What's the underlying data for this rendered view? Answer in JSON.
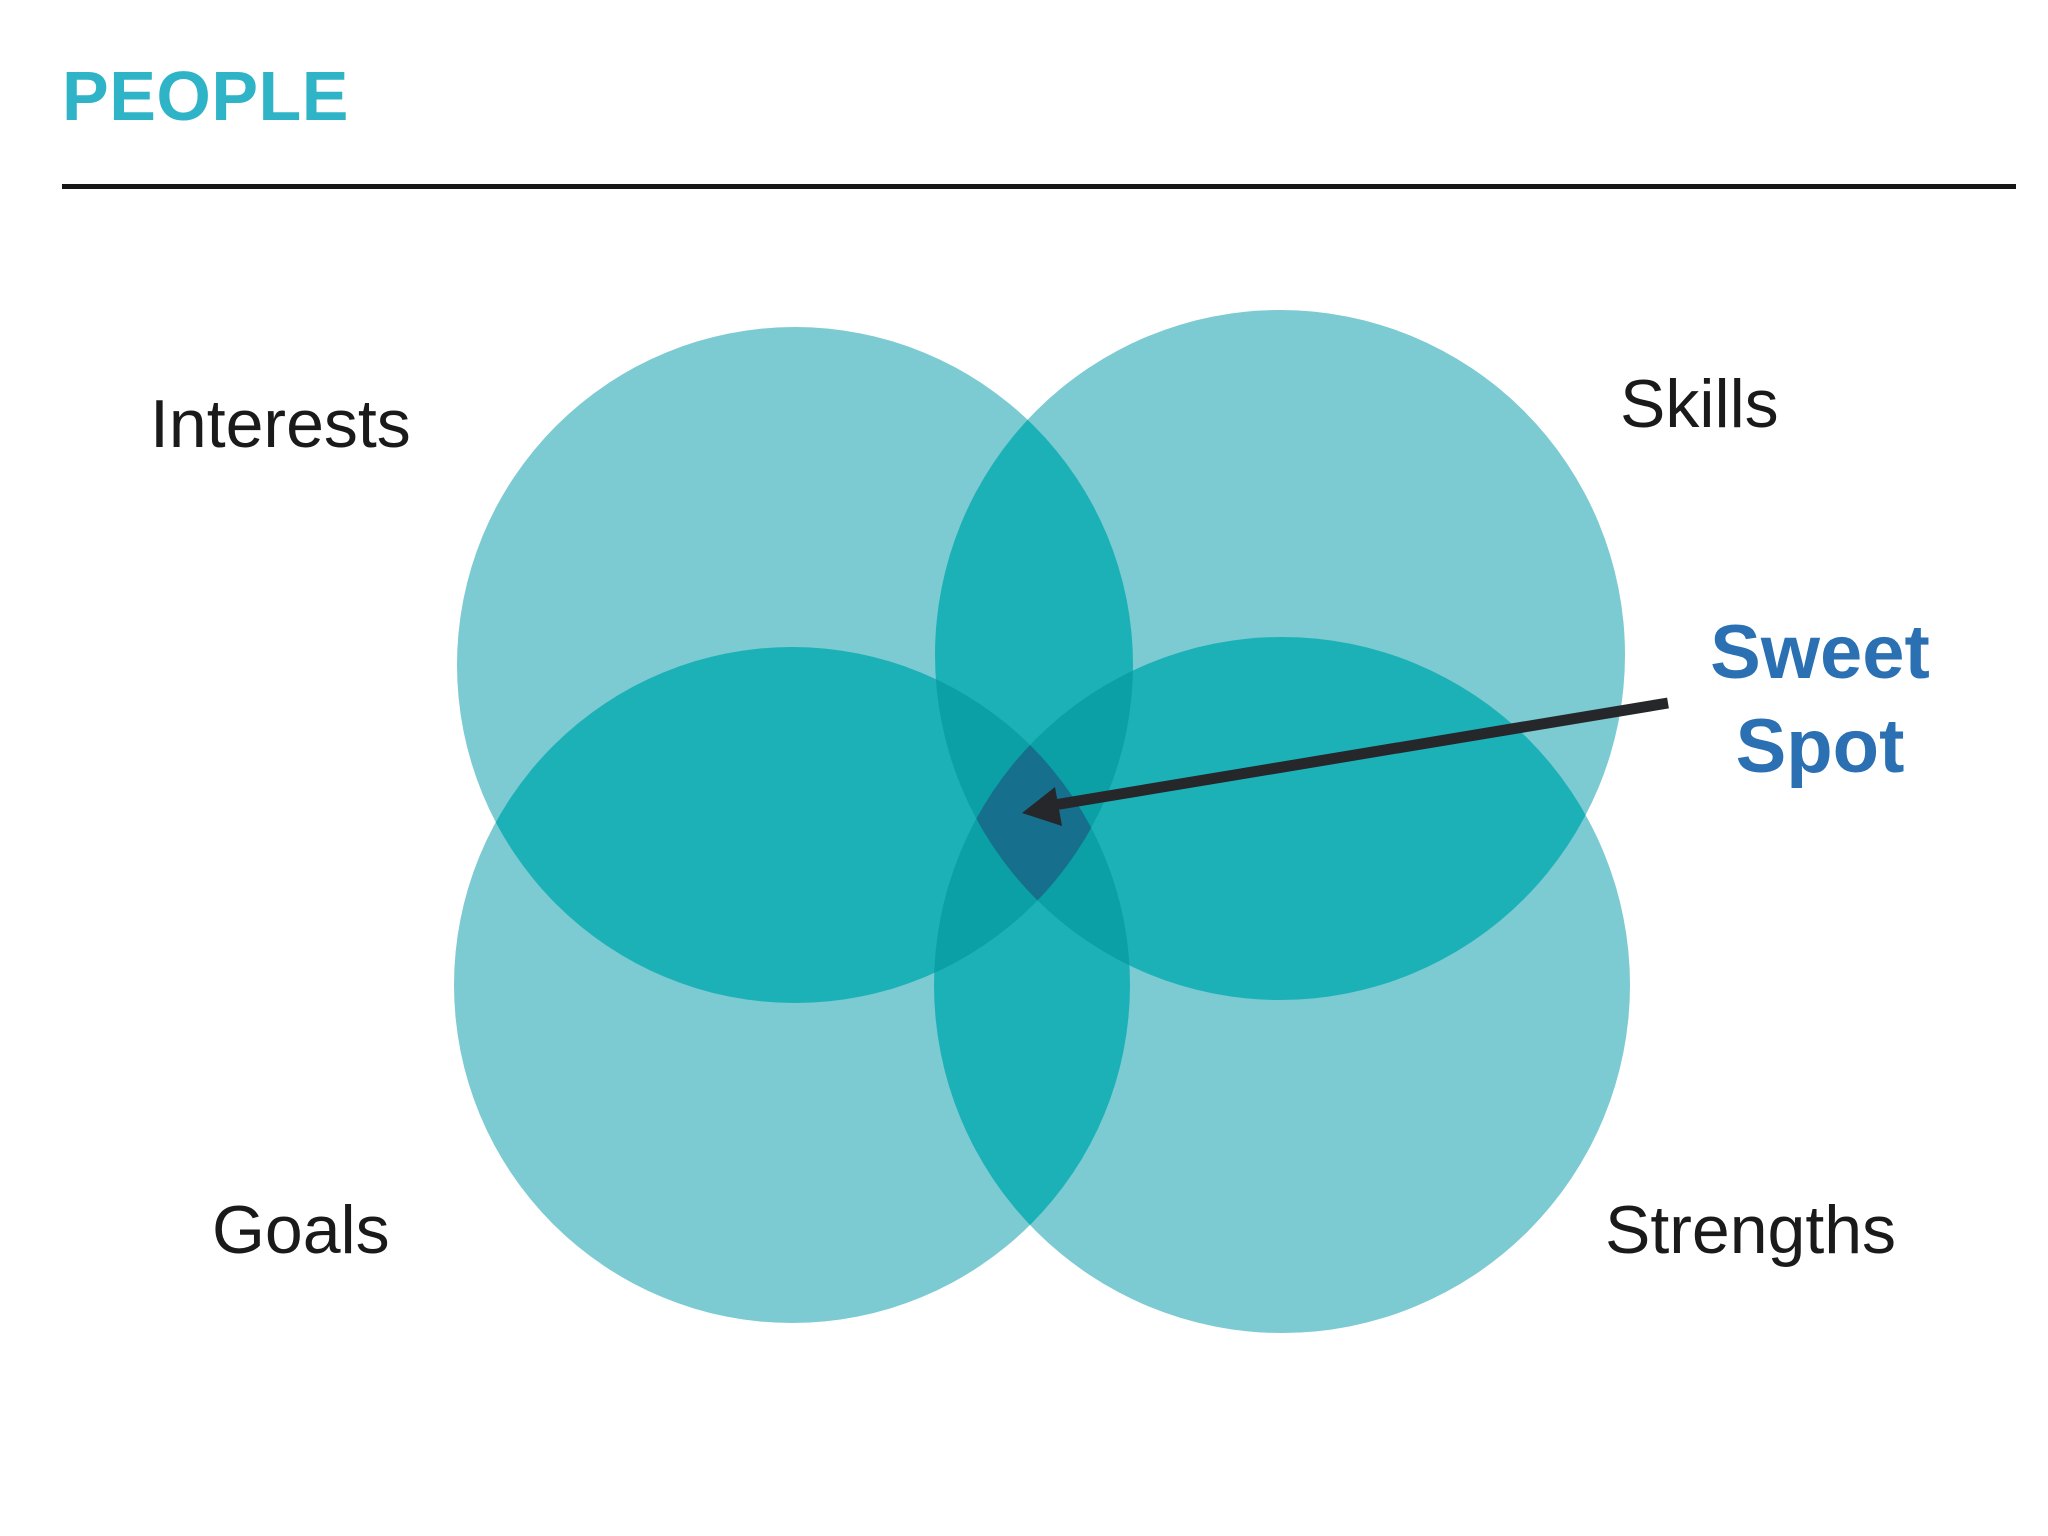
{
  "header": {
    "title": "PEOPLE",
    "title_color": "#2fb4c7",
    "divider_color": "#161616"
  },
  "diagram": {
    "type": "venn",
    "labels": {
      "top_left": "Interests",
      "top_right": "Skills",
      "bottom_left": "Goals",
      "bottom_right": "Strengths"
    },
    "colors": {
      "single": "#7ccad2",
      "double": "#1cb1b7",
      "triple": "#0aa0a6",
      "quad": "#16708d",
      "background": "#ffffff",
      "label_text": "#1a1a1a"
    }
  },
  "annotation": {
    "line1": "Sweet",
    "line2": "Spot",
    "full_text": "Sweet Spot",
    "color": "#2b70b2",
    "arrow_color": "#26272a"
  },
  "chart_data": {
    "type": "venn",
    "title": "PEOPLE",
    "sets": [
      "Interests",
      "Skills",
      "Goals",
      "Strengths"
    ],
    "intersection_of_all_label": "Sweet Spot",
    "legend_position": "none"
  }
}
